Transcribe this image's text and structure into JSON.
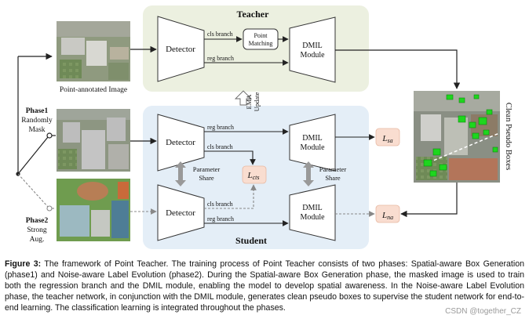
{
  "panels": {
    "teacher_title": "Teacher",
    "student_title": "Student"
  },
  "blocks": {
    "detector": "Detector",
    "dmil_line1": "DMIL",
    "dmil_line2": "Module",
    "point_matching_line1": "Point",
    "point_matching_line2": "Matching"
  },
  "edges": {
    "cls_branch": "cls branch",
    "reg_branch": "reg branch",
    "ema_line1": "EMA",
    "ema_line2": "Update",
    "param_share_line1": "Parameter",
    "param_share_line2": "Share"
  },
  "losses": {
    "l_sa_main": "L",
    "l_sa_sub": "sa",
    "l_cts_main": "L",
    "l_cts_sub": "cts",
    "l_na_main": "L",
    "l_na_sub": "na"
  },
  "labels": {
    "point_annotated_image": "Point-annotated Image",
    "phase1_title": "Phase1",
    "phase1_line1": "Randomly",
    "phase1_line2": "Mask",
    "phase2_title": "Phase2",
    "phase2_line1": "Strong",
    "phase2_line2": "Aug.",
    "clean_pseudo_boxes": "Clean Pseudo Boxes"
  },
  "caption": {
    "prefix": "Figure 3:",
    "text": " The framework of Point Teacher. The training process of Point Teacher consists of two phases: Spatial-aware Box Generation (phase1) and Noise-aware Label Evolution (phase2). During the Spatial-aware Box Generation phase, the masked image is used to train both the regression branch and the DMIL module, enabling the model to develop spatial awareness. In the Noise-aware Label Evolution phase, the teacher network, in conjunction with the DMIL module, generates clean pseudo boxes to supervise the student network for end-to-end learning. The classification learning is integrated throughout the phases."
  },
  "watermark": "CSDN @together_CZ",
  "colors": {
    "teacher_panel": "#ecf0e0",
    "student_panel": "#e4eef7",
    "loss_box": "#f9ddd0",
    "arrow": "#222222",
    "dashed_arrow": "#888888"
  }
}
